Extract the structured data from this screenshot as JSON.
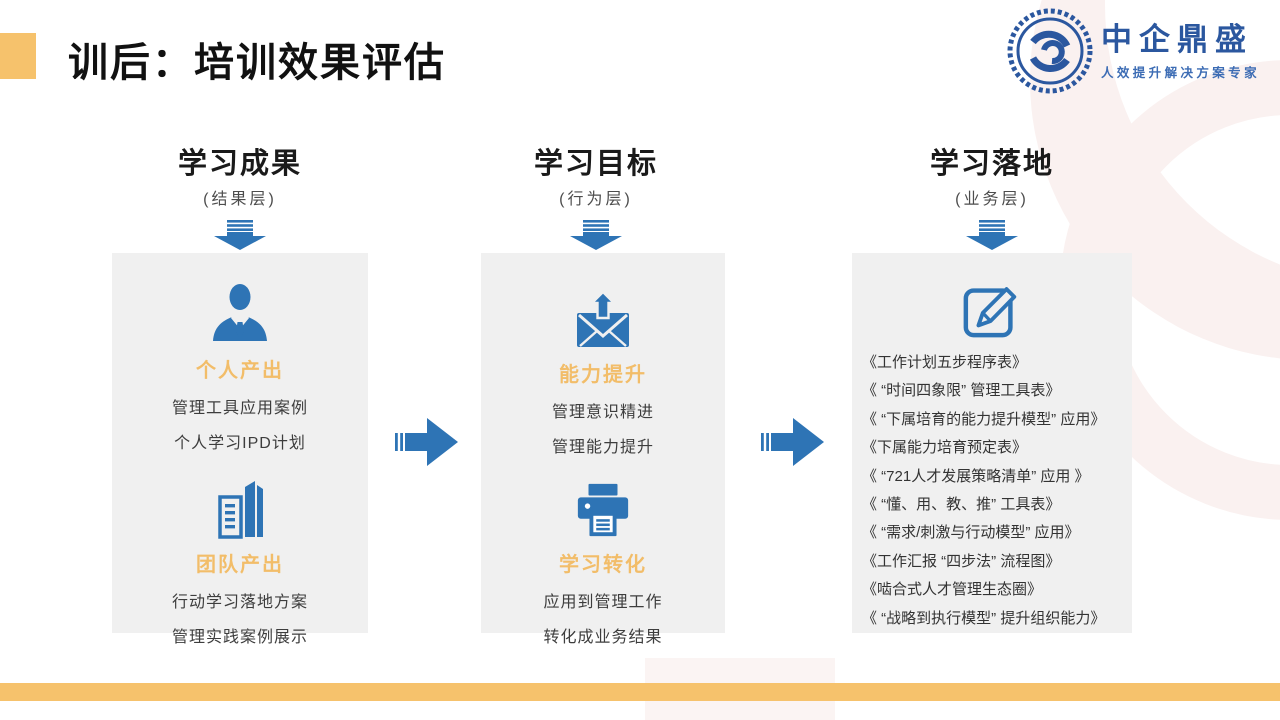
{
  "slide_title": "训后：培训效果评估",
  "logo": {
    "name": "中企鼎盛",
    "tagline": "人效提升解决方案专家"
  },
  "columns": [
    {
      "header": "学习成果",
      "subheader": "(结果层)",
      "sections": [
        {
          "icon": "businessman-icon",
          "label": "个人产出",
          "lines": [
            "管理工具应用案例",
            "个人学习IPD计划"
          ]
        },
        {
          "icon": "building-icon",
          "label": "团队产出",
          "lines": [
            "行动学习落地方案",
            "管理实践案例展示"
          ]
        }
      ]
    },
    {
      "header": "学习目标",
      "subheader": "(行为层)",
      "sections": [
        {
          "icon": "mail-upgrade-icon",
          "label": "能力提升",
          "lines": [
            "管理意识精进",
            "管理能力提升"
          ]
        },
        {
          "icon": "printer-icon",
          "label": "学习转化",
          "lines": [
            "应用到管理工作",
            "转化成业务结果"
          ]
        }
      ]
    },
    {
      "header": "学习落地",
      "subheader": "(业务层)",
      "icon": "edit-pencil-icon",
      "items": [
        "《工作计划五步程序表》",
        "《 “时间四象限” 管理工具表》",
        "《 “下属培育的能力提升模型” 应用》",
        "《下属能力培育预定表》",
        "《 “721人才发展策略清单” 应用 》",
        "《 “懂、用、教、推” 工具表》",
        "《 “需求/刺激与行动模型” 应用》",
        "《工作汇报 “四步法” 流程图》",
        "《啮合式人才管理生态圈》",
        "《 “战略到执行模型” 提升组织能力》"
      ]
    }
  ],
  "colors": {
    "accent_orange": "#f6c26c",
    "label_orange": "#f2bd69",
    "icon_blue": "#2e74b5",
    "logo_blue": "#2b579f",
    "panel_gray": "#f0f0f0",
    "decor_pink": "#faf1f0"
  }
}
